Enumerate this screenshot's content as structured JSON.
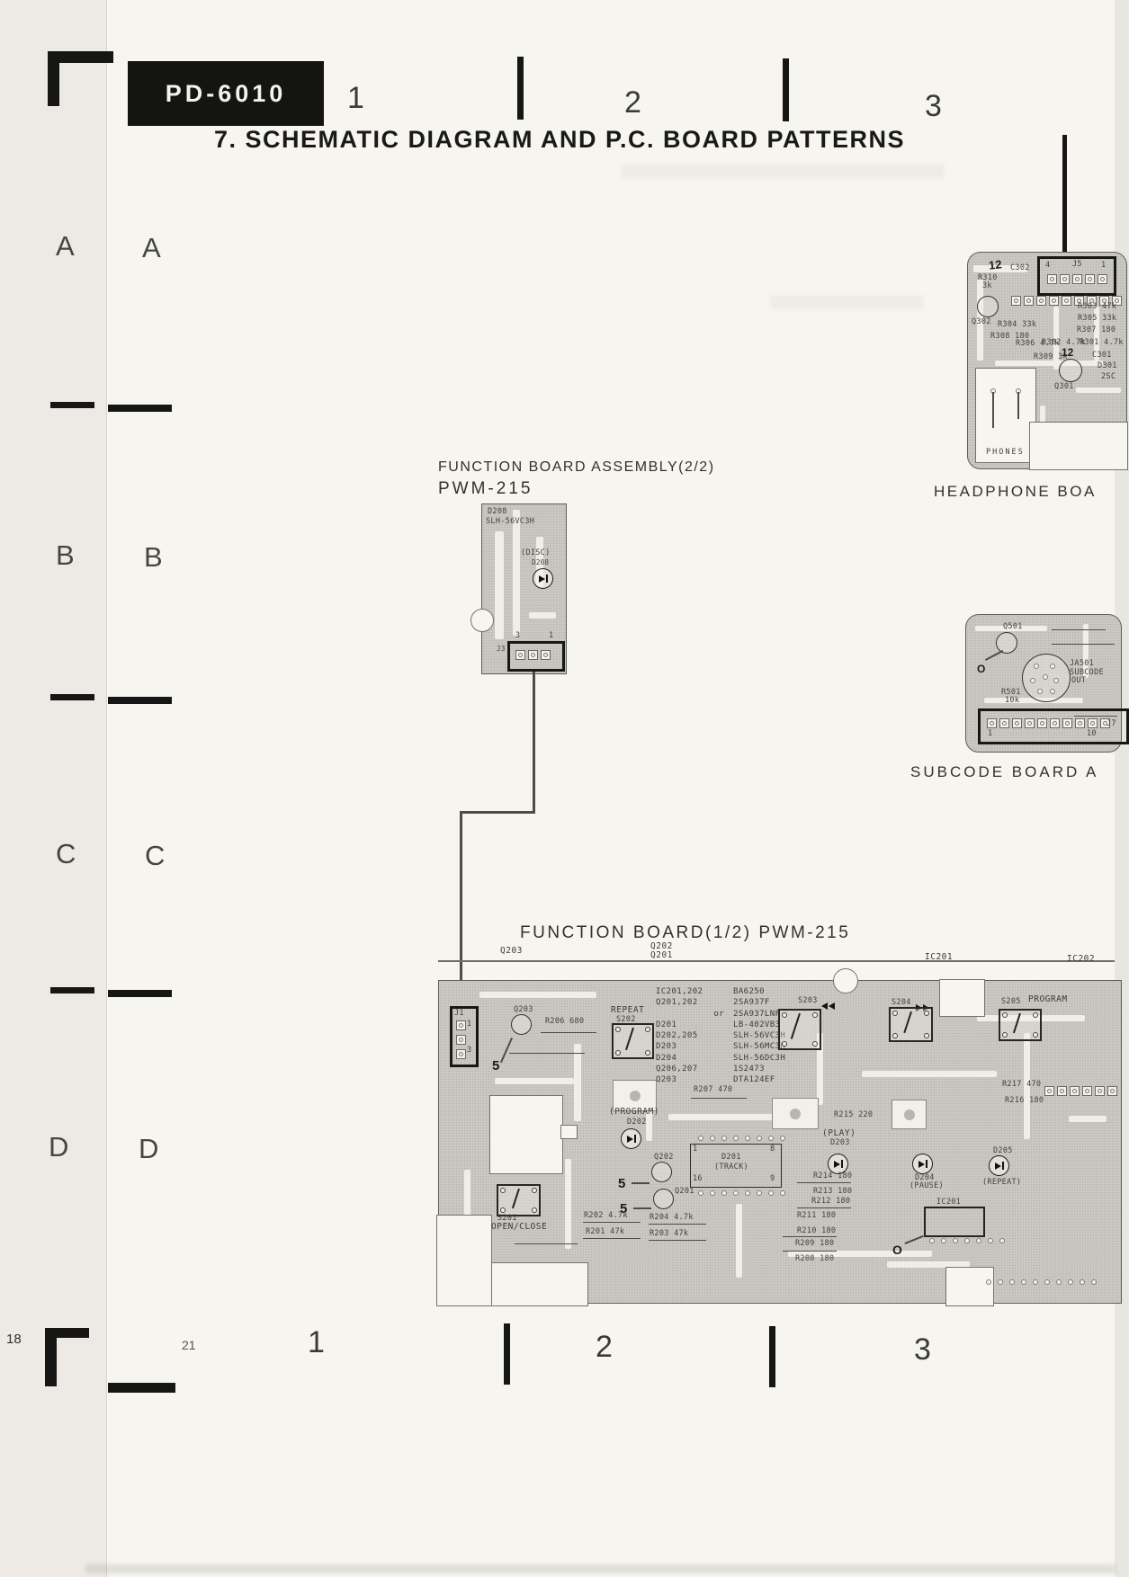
{
  "colors": {
    "badge_bg": "#141412",
    "badge_text": "#f2f2ee",
    "paper": "#f7f5f0",
    "board_fill": "#c9c7c1",
    "ink": "#171715"
  },
  "header": {
    "model": "PD-6010",
    "title": "7. SCHEMATIC DIAGRAM AND P.C. BOARD PATTERNS"
  },
  "grid": {
    "top": [
      "1",
      "2",
      "3"
    ],
    "bottom": [
      "1",
      "2",
      "3"
    ],
    "letters": [
      "A",
      "B",
      "C",
      "D"
    ],
    "page_left": "18",
    "page_right": "21"
  },
  "assembly_board": {
    "caption1": "FUNCTION BOARD ASSEMBLY(2/2)",
    "caption2": "PWM-215",
    "d208_ref": "D208",
    "d208_part": "SLH-56VC3H",
    "disc": "(DISC)",
    "disc_ref": "D208",
    "conn": "J3",
    "pin3": "3",
    "pin1": "1"
  },
  "headphone_board": {
    "caption": "HEADPHONE BOA",
    "mark12a": "12",
    "c302": "C302",
    "j5": "J5",
    "j5_l": "4",
    "j5_r": "1",
    "r310": "R310",
    "r310v": "3k",
    "q302": "Q302",
    "r304": "R304 33k",
    "r308": "R308 180",
    "r306": "R306 4.7k",
    "r302": "R302 4.7k",
    "r301": "R301 4.7k",
    "r303": "R303 47k",
    "r305": "R305 33k",
    "r307": "R307 180",
    "r309": "R309 3k",
    "mark12b": "12",
    "q301": "Q301",
    "c301": "C301",
    "d301": "D301",
    "q301_type": "2SC",
    "phones": "PHONES"
  },
  "subcode_board": {
    "caption": "SUBCODE BOARD A",
    "q501": "Q501",
    "ja501": "JA501",
    "subcode": "SUBCODE",
    "out": "OUT",
    "r501": "R501",
    "r501v": "10k",
    "j7": "J7",
    "p1": "1",
    "p10": "10"
  },
  "function_board": {
    "caption": "FUNCTION BOARD(1/2) PWM-215",
    "top_q203": "Q203",
    "top_q202": "Q202",
    "top_q201": "Q201",
    "top_ic201": "IC201",
    "top_ic202": "IC202",
    "parts_table": [
      [
        "IC201,202",
        "BA6250"
      ],
      [
        "Q201,202",
        "2SA937F"
      ],
      [
        "or",
        "2SA937LNF"
      ],
      [
        "D201",
        "LB-402VB3"
      ],
      [
        "D202,205",
        "SLH-56VC3H"
      ],
      [
        "D203",
        "SLH-56MC3H"
      ],
      [
        "D204",
        "SLH-56DC3H"
      ],
      [
        "Q206,207",
        "1S2473"
      ],
      [
        "Q203",
        "DTA124EF"
      ]
    ],
    "j1": "J1",
    "j1_p1": "1",
    "j1_p3": "3",
    "s202_name": "REPEAT",
    "s202": "S202",
    "s203": "S203",
    "s204": "S204",
    "s205": "S205",
    "s205_name": "PROGRAM",
    "s201": "S201",
    "s201_name": "OPEN/CLOSE",
    "q203": "Q203",
    "q202": "Q202",
    "q201": "Q201",
    "d202_cap": "(PROGRAM)",
    "d202": "D202",
    "d203_cap": "(PLAY)",
    "d203": "D203",
    "d204": "D204",
    "d204_cap": "(PAUSE)",
    "d205": "D205",
    "d205_cap": "(REPEAT)",
    "track_ref": "D201",
    "track_cap": "(TRACK)",
    "track_p1": "1",
    "track_p8": "8",
    "track_p16": "16",
    "track_p9": "9",
    "r206": "R206 680",
    "r207": "R207 470",
    "r215": "R215 220",
    "r216": "R216 180",
    "r217": "R217 470",
    "r214": "R214 180",
    "r213": "R213 180",
    "r212": "R212 180",
    "r211": "R211 180",
    "r210": "R210 180",
    "r209": "R209 180",
    "r208": "R208 180",
    "r202": "R202 4.7k",
    "r201": "R201 47k",
    "r204": "R204 4.7k",
    "r203": "R203 47k",
    "ic201_box": "IC201",
    "mark5": "5",
    "marko": "O"
  }
}
